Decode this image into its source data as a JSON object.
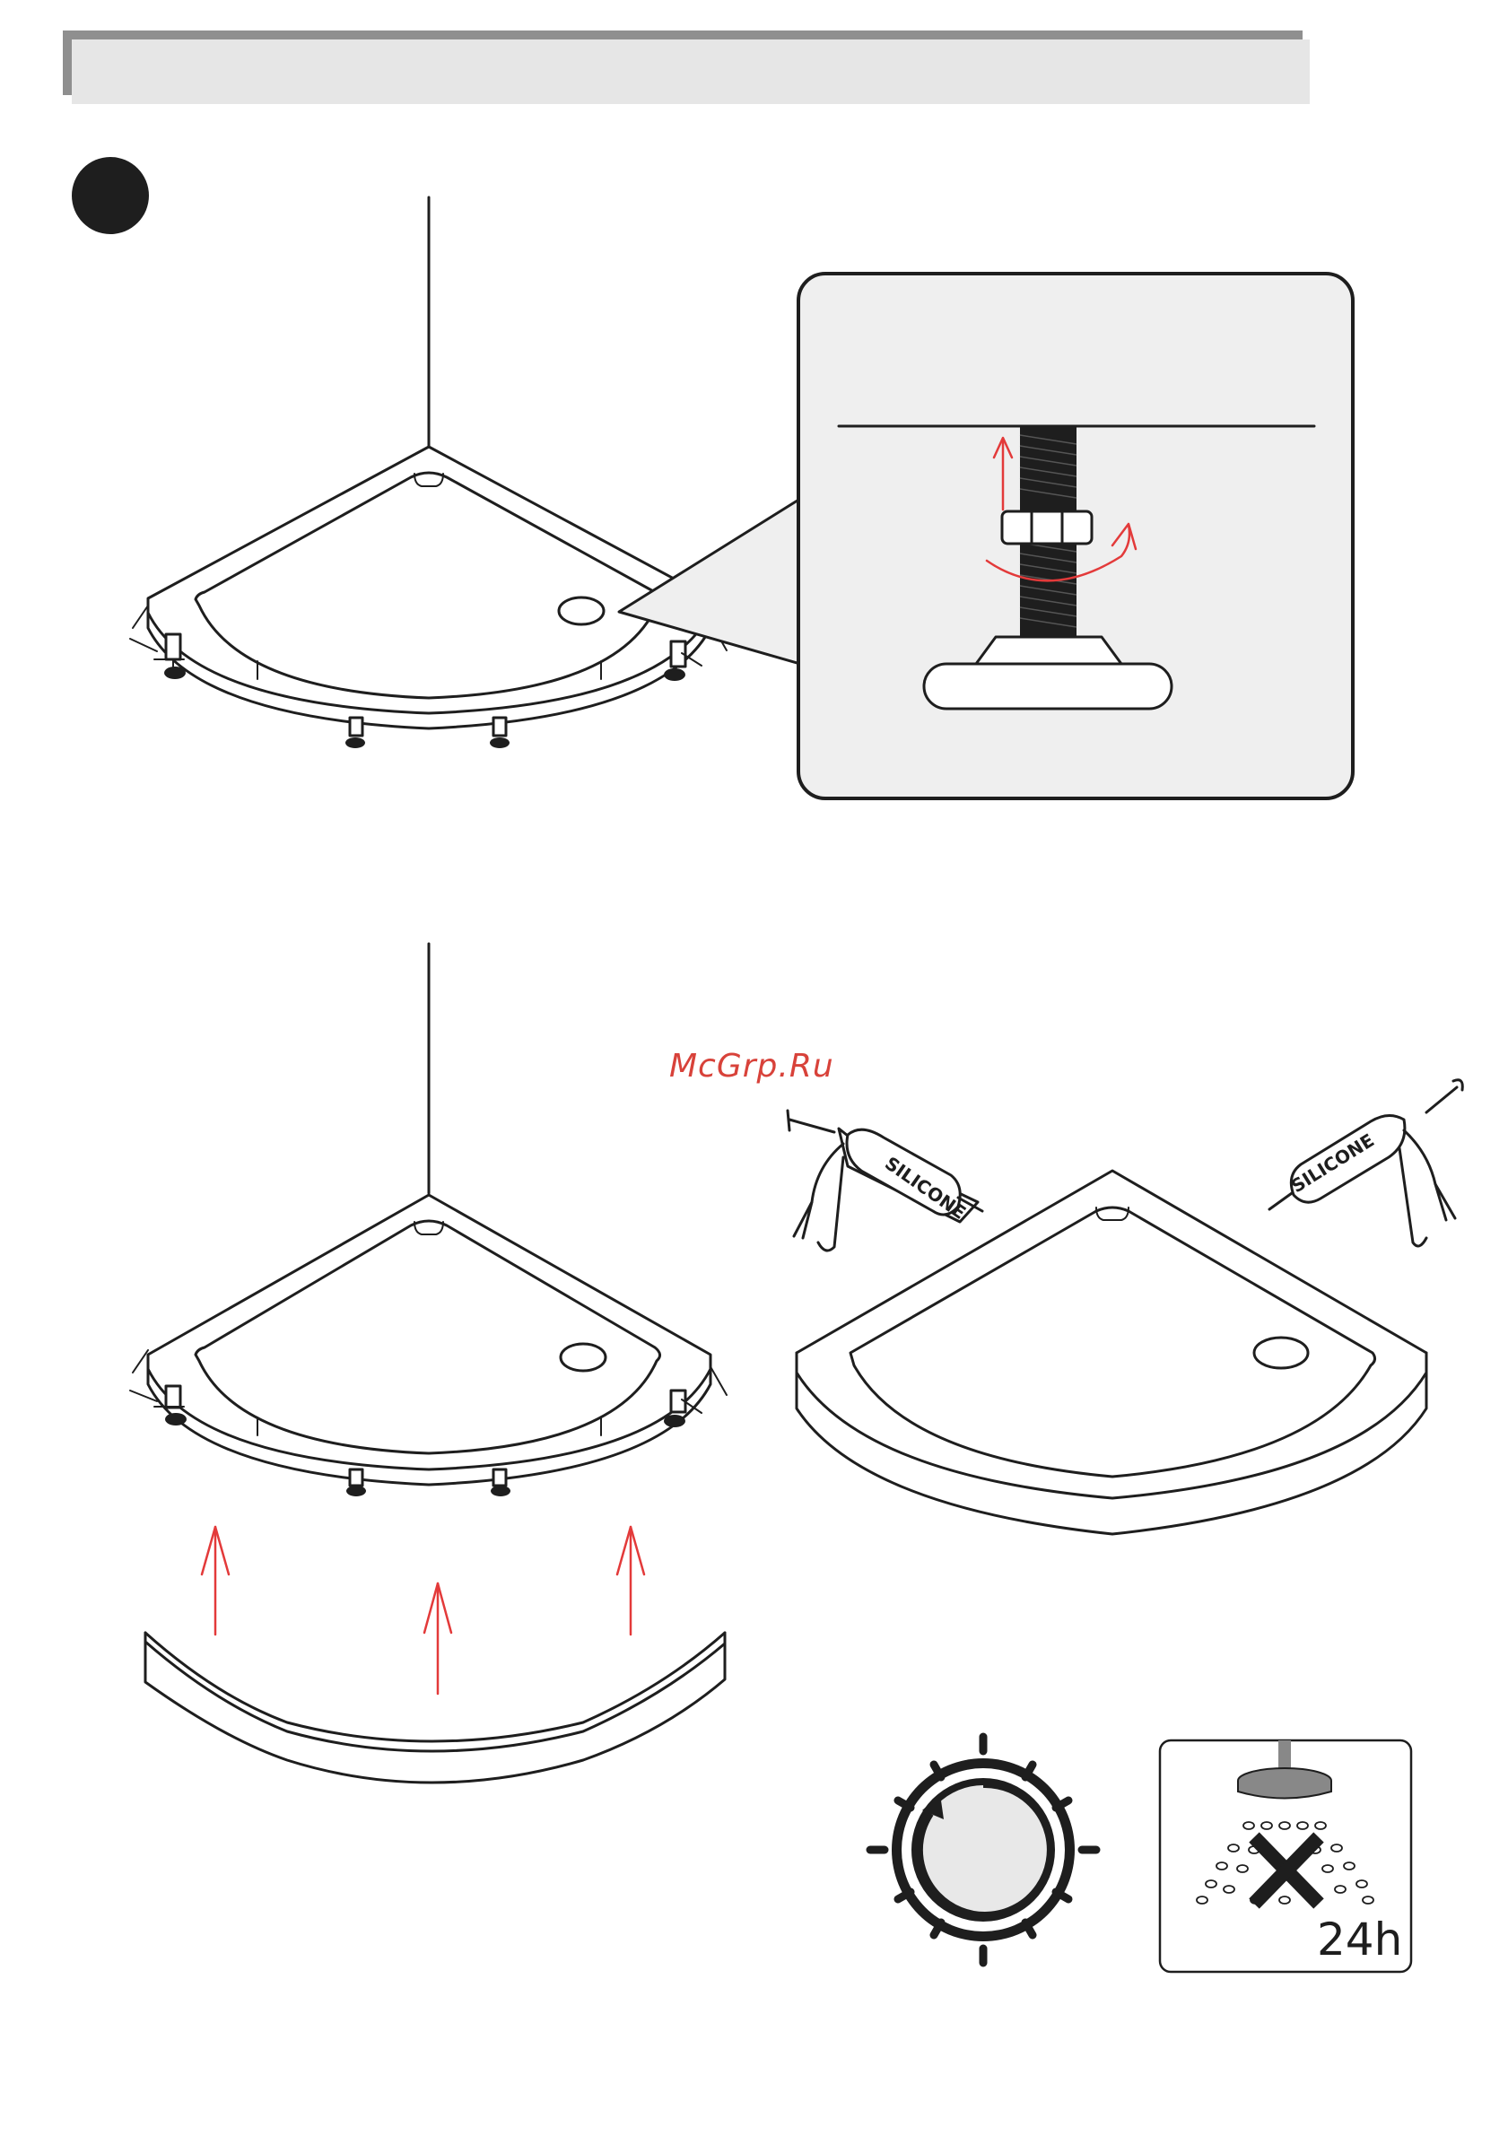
{
  "watermark": "McGrp.Ru",
  "silicone_gun_left": {
    "label": "SILICONE",
    "icon": "silicone-gun-icon"
  },
  "silicone_gun_right": {
    "label": "SILICONE",
    "icon": "silicone-gun-icon"
  },
  "cure_icon": {
    "label": "24h",
    "icon": "no-shower-icon"
  },
  "timer_icon": "clock-timer-icon",
  "colors": {
    "line": "#1e1e1e",
    "arrow": "#e33a3a",
    "header": "#e6e6e6",
    "watermark": "#d8423a"
  }
}
